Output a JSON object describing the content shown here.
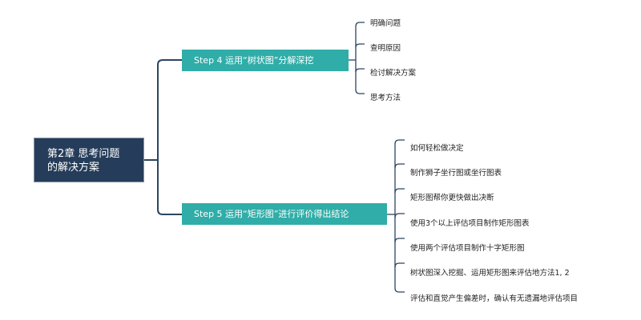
{
  "root": {
    "line1": "第2章 思考问题",
    "line2": "的解决方案"
  },
  "branches": [
    {
      "label": "Step 4 运用“树状图”分解深挖",
      "children": [
        "明确问题",
        "查明原因",
        "检讨解决方案",
        "思考方法"
      ]
    },
    {
      "label": "Step 5 运用“矩形图”进行评价得出结论",
      "children": [
        "如何轻松做决定",
        "制作狮子坐行图或坐行图表",
        "矩形图帮你更快做出决断",
        "使用3个以上评估项目制作矩形图表",
        "使用两个评估项目制作十字矩形图",
        "树状图深入挖掘、运用矩形图来评估地方法1, 2",
        "评估和直觉产生偏差时，确认有无遗漏地评估项目"
      ]
    }
  ],
  "colors": {
    "root": "#253d5a",
    "branch": "#30ada8",
    "line": "#2c4560"
  }
}
